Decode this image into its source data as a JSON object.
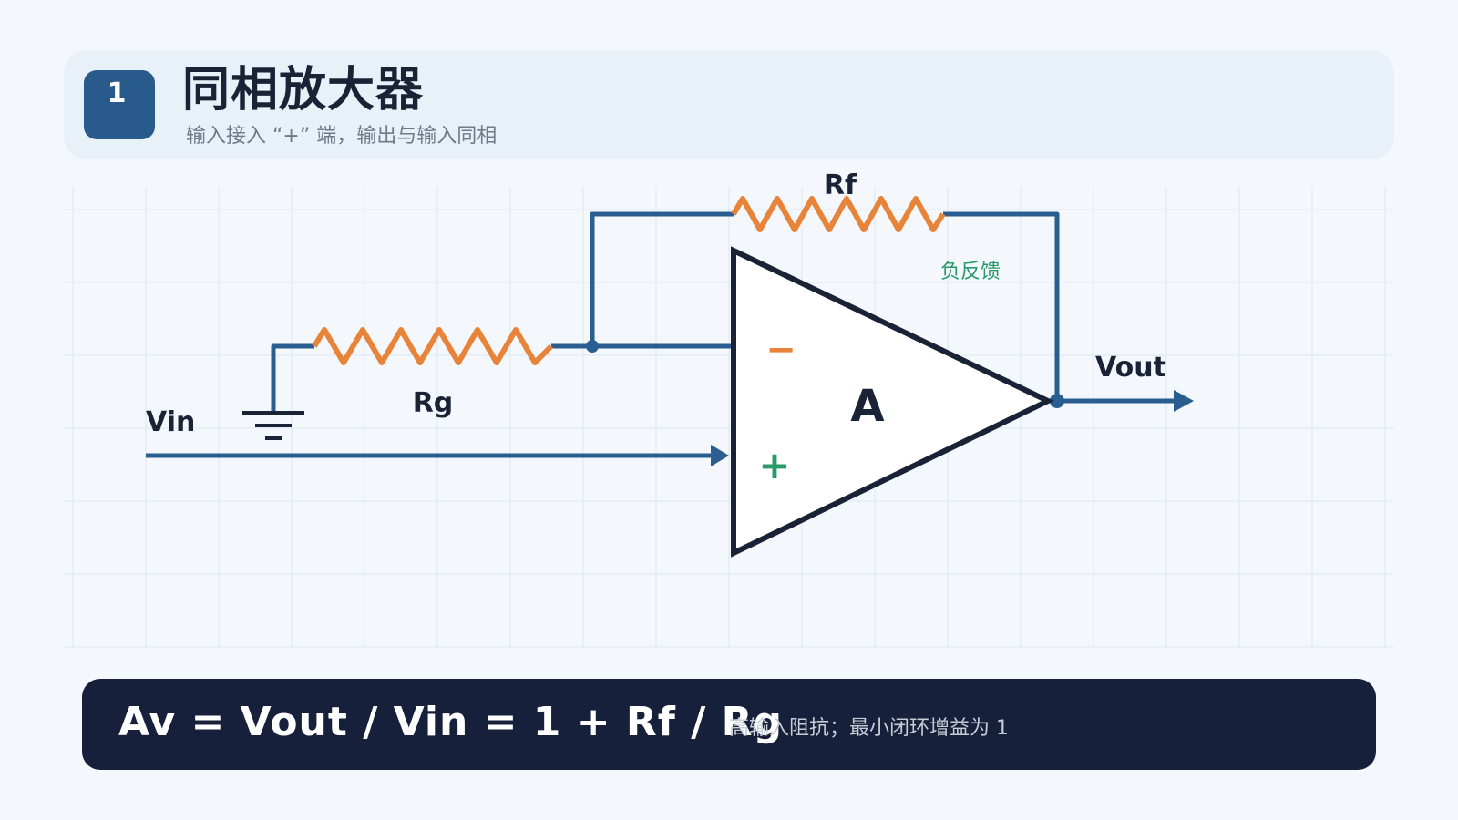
{
  "header": {
    "badge": "1",
    "title": "同相放大器",
    "subtitle": "输入接入 “+” 端，输出与输入同相"
  },
  "diagram": {
    "labels": {
      "rf": "Rf",
      "rg": "Rg",
      "vin": "Vin",
      "vout": "Vout",
      "amp": "A",
      "minus": "−",
      "plus": "+",
      "feedback": "负反馈"
    },
    "colors": {
      "wire": "#2a5d90",
      "resistor": "#e8843a",
      "opamp_stroke": "#1a2236",
      "minus": "#e8843a",
      "plus": "#2a9a6a",
      "feedback_text": "#2a9a6a",
      "grid": "#dde7f0"
    }
  },
  "formula": {
    "equation": "Av = Vout / Vin = 1 + Rf / Rg",
    "note": "高输入阻抗；最小闭环增益为 1"
  }
}
